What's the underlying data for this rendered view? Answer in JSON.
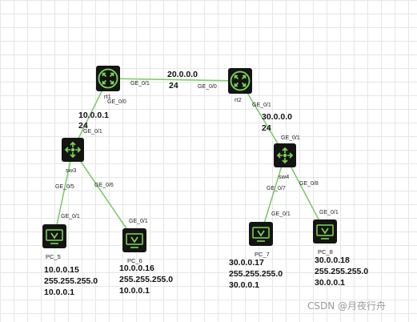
{
  "devices": {
    "rt1": {
      "name": "rt1"
    },
    "rt2": {
      "name": "rt2"
    },
    "sw3": {
      "name": "sw3"
    },
    "sw4": {
      "name": "sw4"
    },
    "pc5": {
      "name": "PC_5",
      "ip": "10.0.0.15",
      "mask": "255.255.255.0",
      "gateway": "10.0.0.1"
    },
    "pc6": {
      "name": "PC_6",
      "ip": "10.0.0.16",
      "mask": "255.255.255.0",
      "gateway": "10.0.0.1"
    },
    "pc7": {
      "name": "PC_7",
      "ip": "30.0.0.17",
      "mask": "255.255.255.0",
      "gateway": "30.0.0.1"
    },
    "pc8": {
      "name": "PC_8",
      "ip": "30.0.0.18",
      "mask": "255.255.255.0",
      "gateway": "30.0.0.1"
    }
  },
  "networks": {
    "rt1_rt2": {
      "address": "20.0.0.0",
      "prefix": "24"
    },
    "rt1_sw3": {
      "address": "10.0.0.1",
      "prefix": "24"
    },
    "rt2_sw4": {
      "address": "30.0.0.0",
      "prefix": "24"
    }
  },
  "ports": {
    "rt1_to_rt2": "GE_0/1",
    "rt2_to_rt1": "GE_0/0",
    "rt1_to_sw3": "GE_0/0",
    "sw3_to_rt1": "GE_0/1",
    "rt2_to_sw4": "GE_0/1",
    "sw4_to_rt2": "GE_0/1",
    "sw3_to_pc5": "GE_0/5",
    "sw3_to_pc6": "GE_0/6",
    "pc5_to_sw3": "GE_0/1",
    "pc6_to_sw3": "GE_0/1",
    "sw4_to_pc7": "GE_0/7",
    "sw4_to_pc8": "GE_0/8",
    "pc7_to_sw4": "GE_0/1",
    "pc8_to_sw4": "GE_0/1"
  },
  "colors": {
    "link": "#7ccc6a",
    "device_body": "#141414",
    "device_icon": "#7ed957",
    "grid": "#e6e6e6"
  },
  "watermark": "CSDN @月夜行舟"
}
